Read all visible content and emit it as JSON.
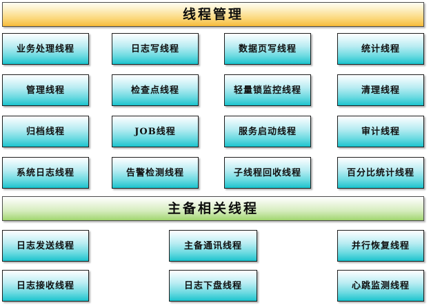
{
  "diagram": {
    "type": "block-diagram",
    "sections": [
      {
        "id": "thread-management",
        "header": "线程管理",
        "header_color": "#fbd97e",
        "columns": 4,
        "rows": [
          [
            {
              "label": "业务处理线程"
            },
            {
              "label": "日志写线程"
            },
            {
              "label": "数据页写线程"
            },
            {
              "label": "统计线程"
            }
          ],
          [
            {
              "label": "管理线程"
            },
            {
              "label": "检查点线程"
            },
            {
              "label": "轻量锁监控线程"
            },
            {
              "label": "清理线程"
            }
          ],
          [
            {
              "label": "归档线程"
            },
            {
              "label": "JOB线程"
            },
            {
              "label": "服务启动线程"
            },
            {
              "label": "审计线程"
            }
          ],
          [
            {
              "label": "系统日志线程"
            },
            {
              "label": "告警检测线程"
            },
            {
              "label": "子线程回收线程"
            },
            {
              "label": "百分比统计线程"
            }
          ]
        ]
      },
      {
        "id": "standby-related-threads",
        "header": "主备相关线程",
        "header_color": "#a9d97c",
        "columns": 3,
        "rows": [
          [
            {
              "label": "日志发送线程"
            },
            {
              "label": "主备通讯线程"
            },
            {
              "label": "并行恢复线程"
            }
          ],
          [
            {
              "label": "日志接收线程"
            },
            {
              "label": "日志下盘线程"
            },
            {
              "label": "心跳监测线程"
            }
          ]
        ]
      }
    ],
    "box_color": "#17c2cc",
    "box_text_color": "#101010"
  }
}
